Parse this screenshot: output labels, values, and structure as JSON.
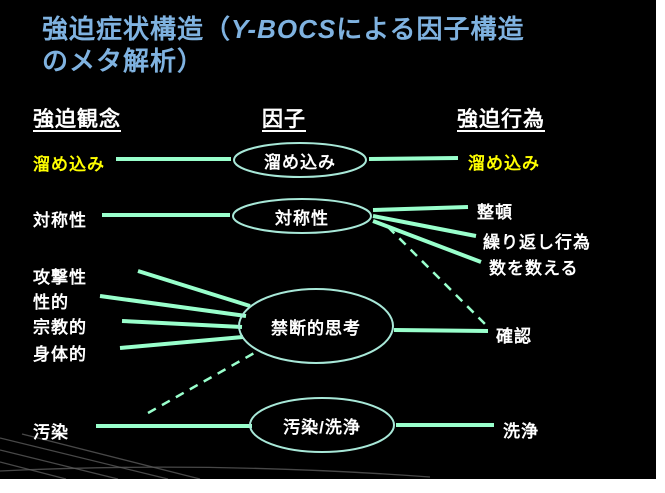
{
  "slide": {
    "title": {
      "part1": "強迫症状構造（",
      "part2": "Y-BOCS",
      "part3": "による因子構造",
      "line2": "のメタ解析）"
    },
    "headers": {
      "obsessions": "強迫観念",
      "factors": "因子",
      "compulsions": "強迫行為"
    },
    "obsessions": [
      {
        "label": "溜め込み"
      },
      {
        "label": "対称性"
      },
      {
        "label": "攻撃性"
      },
      {
        "label": "性的"
      },
      {
        "label": "宗教的"
      },
      {
        "label": "身体的"
      },
      {
        "label": "汚染"
      }
    ],
    "factors": [
      {
        "label": "溜め込み"
      },
      {
        "label": "対称性"
      },
      {
        "label": "禁断的思考"
      },
      {
        "label": "汚染/洗浄"
      }
    ],
    "compulsions": [
      {
        "label": "溜め込み"
      },
      {
        "label": "整頓"
      },
      {
        "label": "繰り返し行為"
      },
      {
        "label": "数を数える"
      },
      {
        "label": "確認"
      },
      {
        "label": "洗浄"
      }
    ],
    "colors": {
      "page": "#FFFFFF",
      "background": "#000000",
      "title": "#7FB2E0",
      "text": "#FFFFFF",
      "highlight": "#FFFF00",
      "connector": "#99FFCC",
      "ellipse_stroke": "#A8E8D8"
    }
  }
}
